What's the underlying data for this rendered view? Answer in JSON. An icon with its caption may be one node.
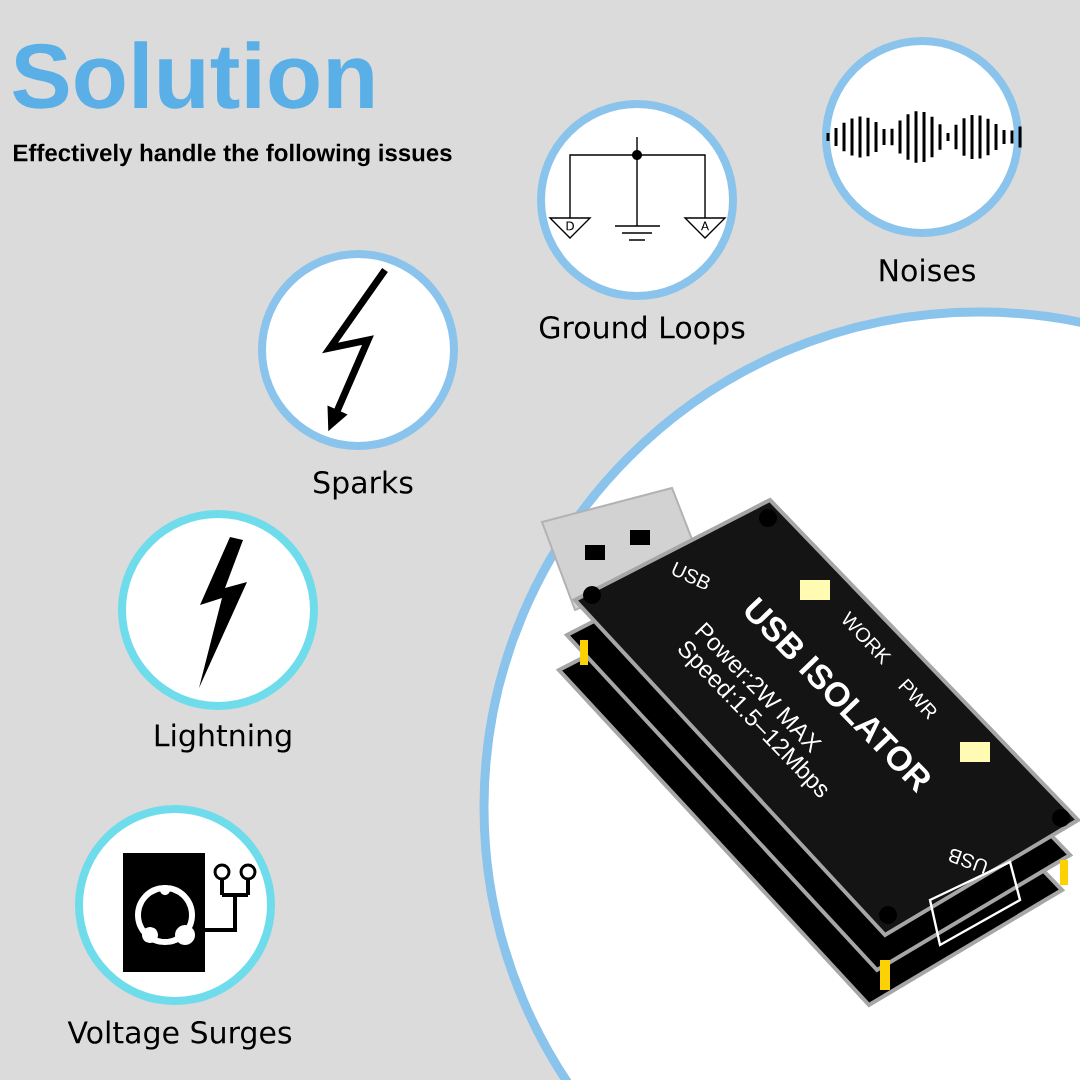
{
  "diagram": {
    "title": "Solution",
    "nodes": [
      {
        "text": [
          "Ground Loops"
        ]
      },
      {
        "text": [
          "Noises"
        ]
      },
      {
        "text": [
          "Sparks"
        ]
      },
      {
        "text": [
          "Lightning"
        ]
      },
      {
        "text": [
          "Voltage Surges"
        ]
      }
    ],
    "labels": [
      "Effectively handle the following issues",
      "D",
      "A",
      "USB",
      "WORK",
      "PWR",
      "USB ISOLATOR",
      "Power:2W MAX",
      "Speed:1.5–12Mbps",
      "USB"
    ]
  }
}
